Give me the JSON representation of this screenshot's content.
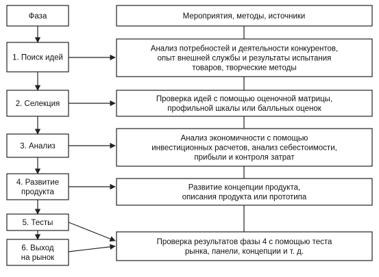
{
  "header": {
    "phase": "Фаза",
    "measures": "Мероприятия, методы, источники"
  },
  "phases": [
    {
      "lines": [
        "1. Поиск идей"
      ]
    },
    {
      "lines": [
        "2. Селекция"
      ]
    },
    {
      "lines": [
        "3. Анализ"
      ]
    },
    {
      "lines": [
        "4. Развитие",
        "продукта"
      ]
    },
    {
      "lines": [
        "5. Тесты"
      ]
    },
    {
      "lines": [
        "6. Выход",
        "на рынок"
      ]
    }
  ],
  "measures": [
    {
      "lines": [
        "Анализ потребностей и деятельности конкурентов,",
        "опыт внешней службы и результаты испытания",
        "товаров, творческие методы"
      ]
    },
    {
      "lines": [
        "Проверка идей с помощью оценочной матрицы,",
        "профильной шкалы или балльных оценок"
      ]
    },
    {
      "lines": [
        "Анализ экономичности с помощью",
        "инвестиционных расчетов, анализ себестоимости,",
        "прибыли и контроля затрат"
      ]
    },
    {
      "lines": [
        "Развитие концепции продукта,",
        "описания продукта или прототипа"
      ]
    },
    {
      "lines": [
        "Проверка результатов фазы 4 с помощью теста",
        "рынка, панели, концепции и т. д."
      ]
    }
  ]
}
